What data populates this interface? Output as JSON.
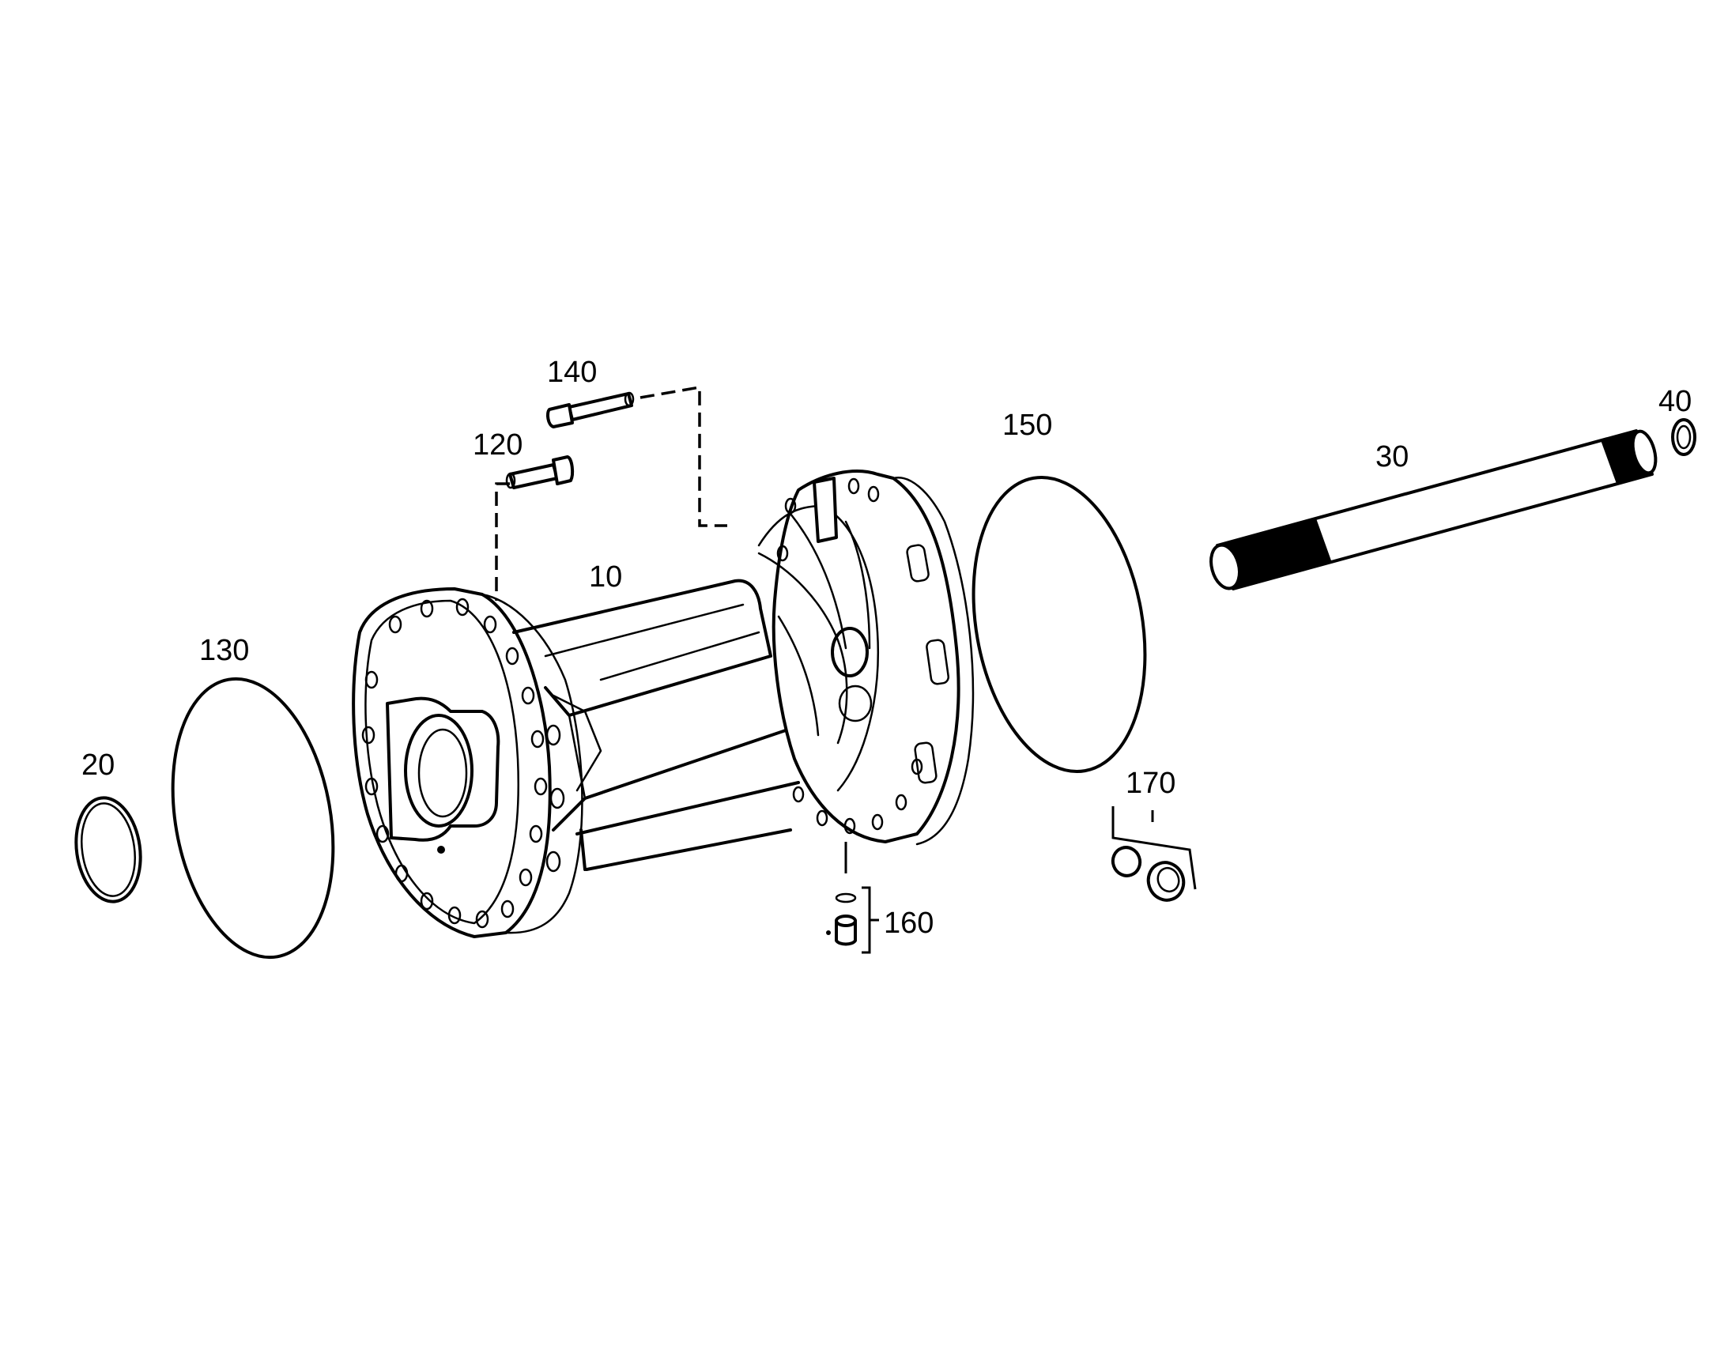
{
  "diagram": {
    "type": "exploded-parts-drawing",
    "callouts": {
      "p10": "10",
      "p20": "20",
      "p30": "30",
      "p40": "40",
      "p120": "120",
      "p130": "130",
      "p140": "140",
      "p150": "150",
      "p160": "160",
      "p170": "170"
    },
    "parts": [
      {
        "ref": "10",
        "name": "axle-housing"
      },
      {
        "ref": "20",
        "name": "o-ring"
      },
      {
        "ref": "30",
        "name": "stud"
      },
      {
        "ref": "40",
        "name": "ring"
      },
      {
        "ref": "120",
        "name": "screw"
      },
      {
        "ref": "130",
        "name": "o-ring"
      },
      {
        "ref": "140",
        "name": "screw"
      },
      {
        "ref": "150",
        "name": "o-ring"
      },
      {
        "ref": "160",
        "name": "screw-plug-with-seal"
      },
      {
        "ref": "170",
        "name": "screw-plug-with-seal"
      }
    ]
  }
}
